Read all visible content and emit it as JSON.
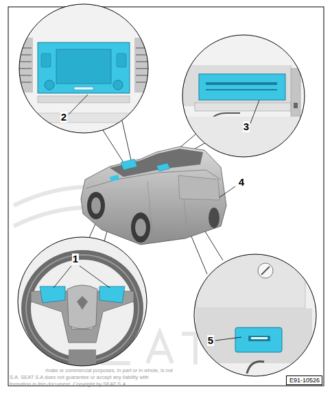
{
  "diagram": {
    "nodes": [
      {
        "text": [
          "E91-10526"
        ]
      }
    ],
    "labels": [
      "1",
      "2",
      "3",
      "4",
      "5",
      "rivate or commercial purposes, in part or in whole, is not",
      "S.A. SEAT S.A does not guarantee or accept any liability with",
      "formation in this document. Copyright by SEAT S.A."
    ]
  }
}
